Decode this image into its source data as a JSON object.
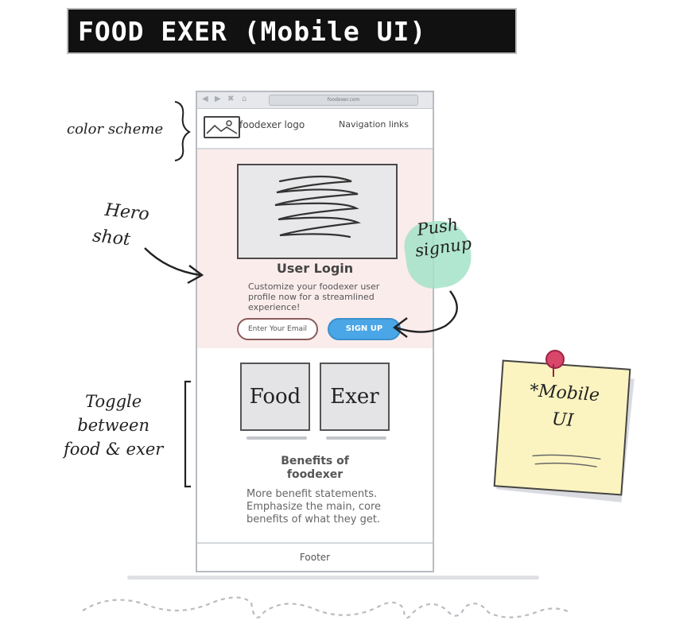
{
  "title": "FOOD EXER (Mobile UI)",
  "browser": {
    "url": "foodexer.com"
  },
  "header": {
    "logo_label": "foodexer logo",
    "nav_links": "Navigation links"
  },
  "hero": {
    "title": "User Login",
    "description": "Customize your foodexer user profile now for a streamlined experience!",
    "email_placeholder": "Enter Your Email",
    "signup_label": "SIGN UP"
  },
  "toggles": {
    "food_label": "Food",
    "exer_label": "Exer"
  },
  "benefits": {
    "title": "Benefits of foodexer",
    "text": "More benefit statements. Emphasize the main, core benefits of what they get."
  },
  "footer": {
    "label": "Footer"
  },
  "annotations": {
    "color_scheme": "color scheme",
    "hero_line1": "Hero",
    "hero_line2": "shot",
    "push_line1": "Push",
    "push_line2": "signup",
    "toggle_line1": "Toggle",
    "toggle_line2": "between",
    "toggle_line3": "food & exer",
    "sticky_line1": "*Mobile",
    "sticky_line2": "UI"
  },
  "colors": {
    "hero_bg": "#fbecec",
    "signup_button": "#4aa6e6",
    "highlight": "#a3e3c9",
    "sticky_note": "#fbf4c0",
    "pin": "#d9466a"
  }
}
